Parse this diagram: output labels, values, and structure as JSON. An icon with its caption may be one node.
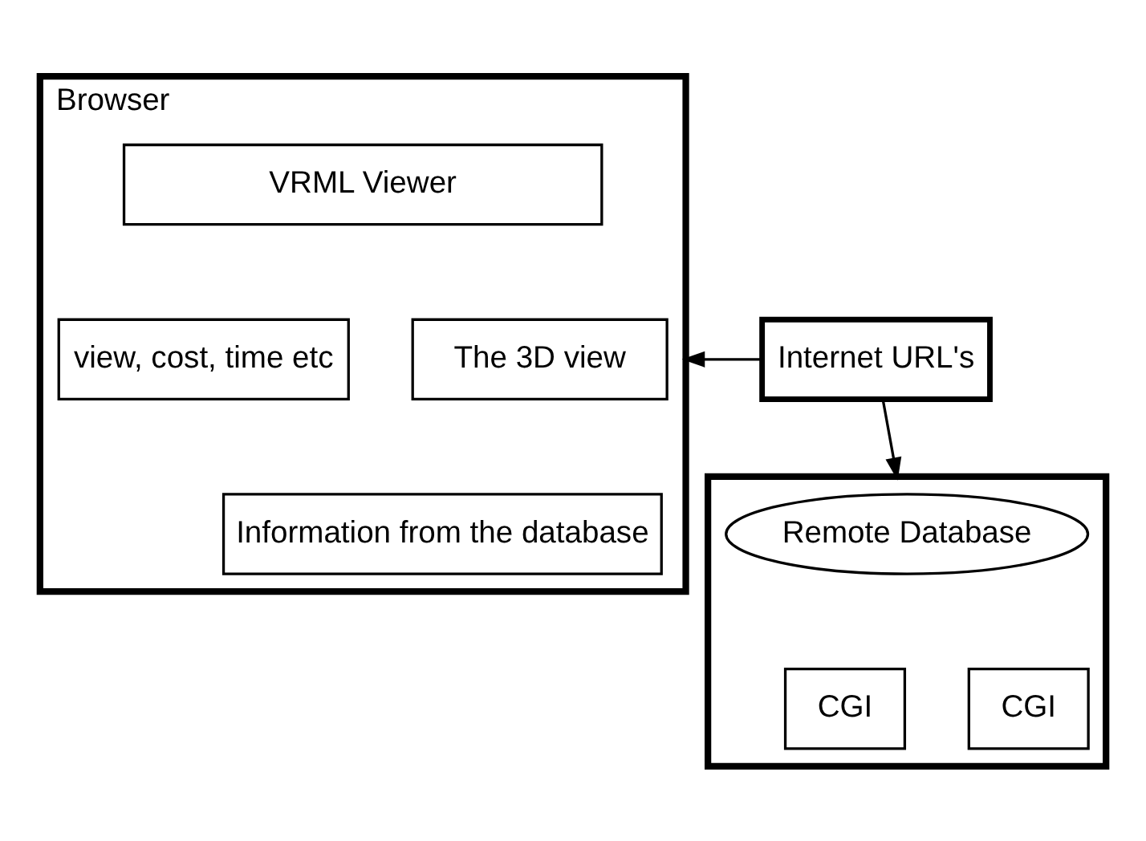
{
  "diagram": {
    "nodes": [
      {
        "text": [
          "Browser"
        ]
      },
      {
        "text": [
          "VRML Viewer"
        ],
        "in": 0
      },
      {
        "text": [
          "view, cost, time etc"
        ],
        "in": 0
      },
      {
        "text": [
          "The 3D view"
        ],
        "in": 0
      },
      {
        "text": [
          "Information from the database"
        ],
        "in": 0
      },
      {
        "text": [
          "Internet URL's"
        ]
      },
      {
        "text": [],
        "shape": "box"
      },
      {
        "text": [
          "Remote Database"
        ],
        "in": 6
      },
      {
        "text": [
          "CGI"
        ],
        "in": 6
      },
      {
        "text": [
          "CGI"
        ],
        "in": 6
      }
    ],
    "edges": [
      {
        "from": 5,
        "to": 0,
        "arrow": "to"
      },
      {
        "from": 5,
        "to": 6,
        "arrow": "to"
      }
    ]
  }
}
